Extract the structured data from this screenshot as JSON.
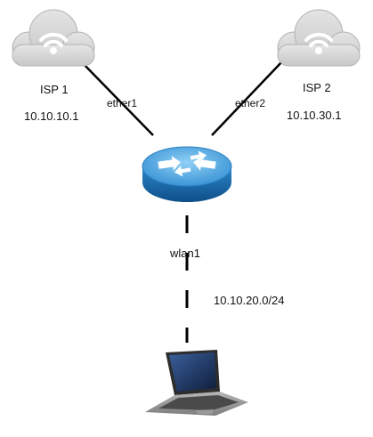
{
  "nodes": {
    "isp1": {
      "name": "ISP 1",
      "ip": "10.10.10.1"
    },
    "isp2": {
      "name": "ISP 2",
      "ip": "10.10.30.1"
    },
    "router": {
      "icon": "router-icon"
    },
    "laptop": {
      "icon": "laptop-icon"
    }
  },
  "links": {
    "ether1": {
      "label": "ether1"
    },
    "ether2": {
      "label": "ether2"
    },
    "wlan1": {
      "label": "wlan1",
      "subnet": "10.10.20.0/24"
    }
  },
  "colors": {
    "cloud": "#d9d9d9",
    "cloud_shadow": "#b8b8b8",
    "wifi_symbol": "#ffffff",
    "router_top": "#4aa3df",
    "router_side": "#1f6fb0",
    "link_line": "#000000"
  }
}
